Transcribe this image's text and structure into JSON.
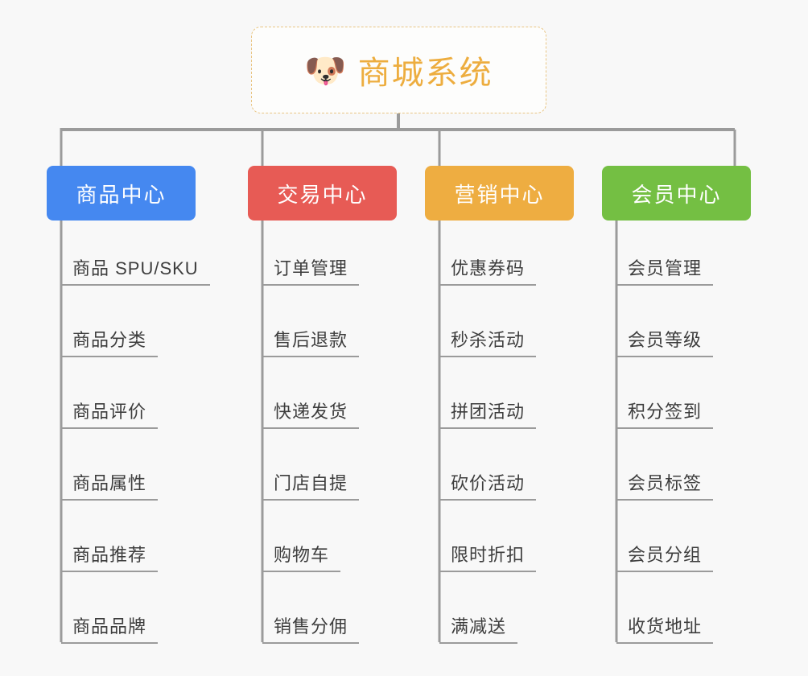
{
  "diagram": {
    "type": "org-chart",
    "background_color": "#f8f8f8",
    "connector_color": "#9b9b9b",
    "root": {
      "icon": "shiba-dog-face-emoji",
      "icon_glyph": "🐶",
      "title": "商城系统",
      "text_color": "#edad3f",
      "border_color": "#e9c583",
      "border_style": "dashed",
      "background_color": "#fdfdfc"
    },
    "categories": [
      {
        "label": "商品中心",
        "color": "#4588f0",
        "items": [
          "商品 SPU/SKU",
          "商品分类",
          "商品评价",
          "商品属性",
          "商品推荐",
          "商品品牌"
        ]
      },
      {
        "label": "交易中心",
        "color": "#e75b55",
        "items": [
          "订单管理",
          "售后退款",
          "快递发货",
          "门店自提",
          "购物车",
          "销售分佣"
        ]
      },
      {
        "label": "营销中心",
        "color": "#eead41",
        "items": [
          "优惠券码",
          "秒杀活动",
          "拼团活动",
          "砍价活动",
          "限时折扣",
          "满减送"
        ]
      },
      {
        "label": "会员中心",
        "color": "#74bf43",
        "items": [
          "会员管理",
          "会员等级",
          "积分签到",
          "会员标签",
          "会员分组",
          "收货地址"
        ]
      }
    ]
  }
}
